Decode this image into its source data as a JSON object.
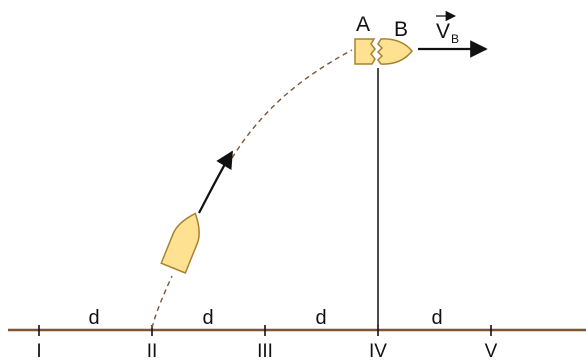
{
  "diagram": {
    "ground_ticks": [
      "I",
      "II",
      "III",
      "IV",
      "V"
    ],
    "spacing_labels": [
      "d",
      "d",
      "d",
      "d"
    ],
    "fragments": {
      "left": "A",
      "right": "B"
    },
    "velocity": {
      "symbol": "V",
      "subscript": "B"
    },
    "colors": {
      "ground": "#7a5634",
      "projectile_fill": "#ffe291",
      "projectile_stroke": "#a8822e",
      "trajectory": "#7a5634",
      "ink": "#111111"
    }
  }
}
